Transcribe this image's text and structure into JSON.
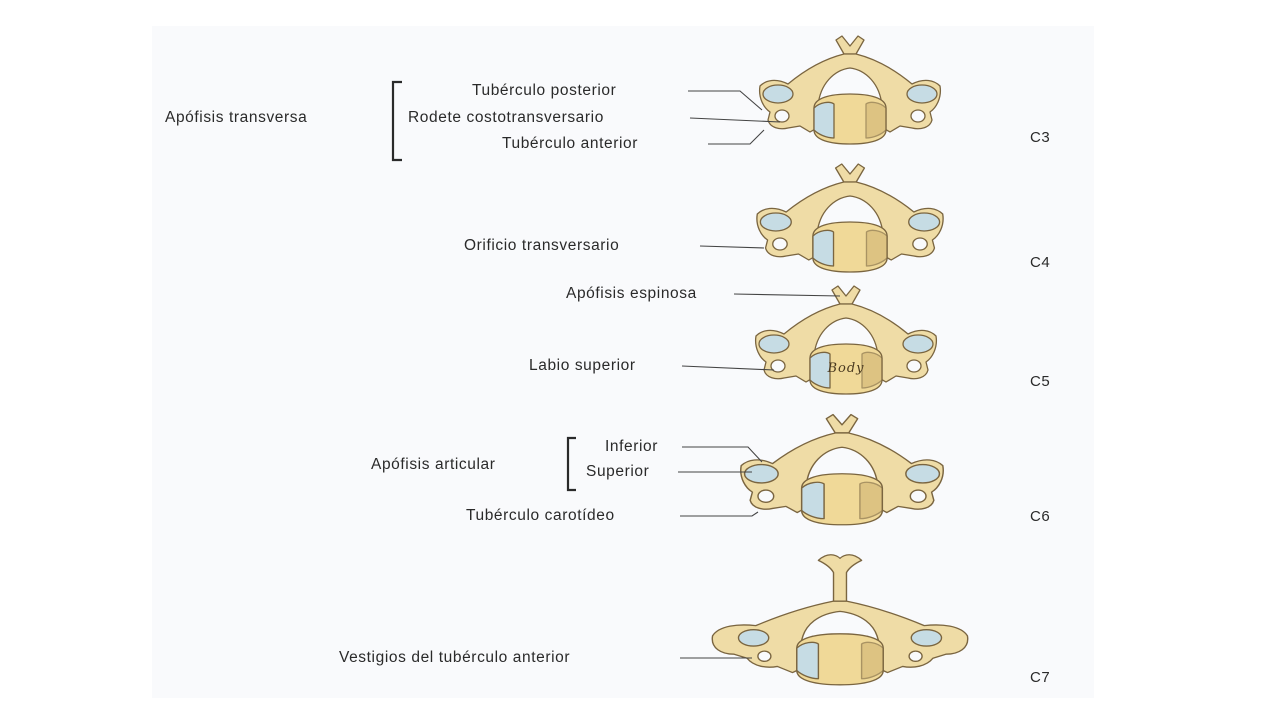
{
  "labels": {
    "apofisis_transversa": "Apófisis transversa",
    "tuberculo_posterior": "Tubérculo posterior",
    "rodete_costotransversario": "Rodete costotransversario",
    "tuberculo_anterior": "Tubérculo anterior",
    "orificio_transversario": "Orificio transversario",
    "apofisis_espinosa": "Apófisis espinosa",
    "labio_superior": "Labio superior",
    "apofisis_articular": "Apófisis articular",
    "inferior": "Inferior",
    "superior": "Superior",
    "tuberculo_carotideo": "Tubérculo carotídeo",
    "vestigios_tuberculo_anterior": "Vestigios del tubérculo anterior",
    "body_handwritten": "Body"
  },
  "levels": [
    "C3",
    "C4",
    "C5",
    "C6",
    "C7"
  ],
  "colors": {
    "bone": "#efdca6",
    "bone_shadow": "#d2b574",
    "outline": "#7a6540",
    "cartilage": "#c6dce4",
    "body": "#f0d998",
    "text": "#2a2a2a",
    "plate": "#f9fafc"
  }
}
